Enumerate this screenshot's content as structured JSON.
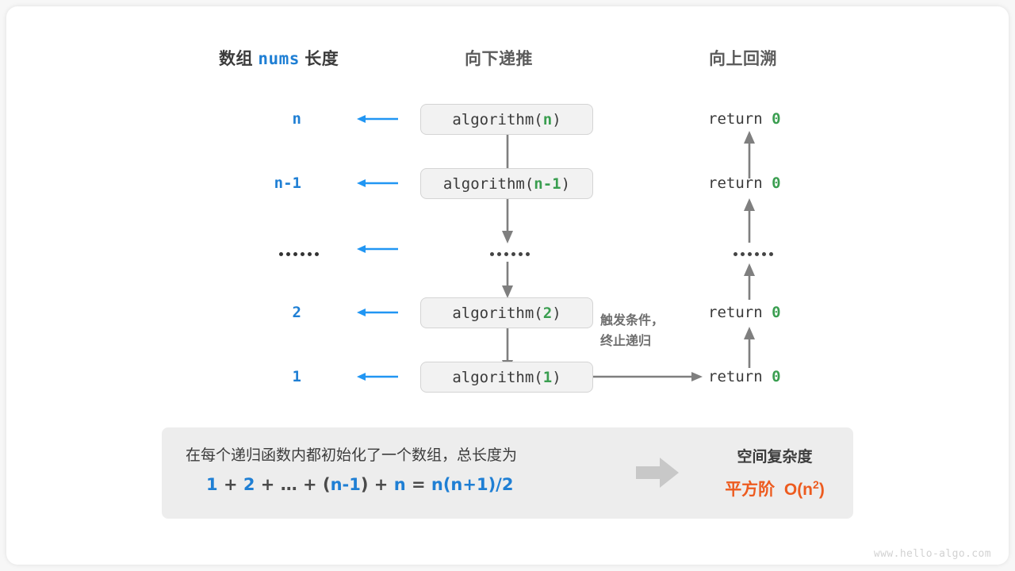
{
  "headers": {
    "left_prefix": "数组",
    "left_code": "nums",
    "left_suffix": "长度",
    "middle": "向下递推",
    "right": "向上回溯"
  },
  "rows": [
    {
      "length": "n",
      "call_prefix": "algorithm(",
      "call_arg": "n",
      "call_suffix": ")",
      "ret": "return",
      "ret_value": "0"
    },
    {
      "length": "n-1",
      "call_prefix": "algorithm(",
      "call_arg": "n-1",
      "call_suffix": ")",
      "ret": "return",
      "ret_value": "0"
    },
    {
      "length": "dots",
      "call_prefix": "dots",
      "call_arg": "",
      "call_suffix": "",
      "ret": "dots",
      "ret_value": ""
    },
    {
      "length": "2",
      "call_prefix": "algorithm(",
      "call_arg": "2",
      "call_suffix": ")",
      "ret": "return",
      "ret_value": "0"
    },
    {
      "length": "1",
      "call_prefix": "algorithm(",
      "call_arg": "1",
      "call_suffix": ")",
      "ret": "return",
      "ret_value": "0"
    }
  ],
  "note": {
    "line1": "触发条件，",
    "line2": "终止递归"
  },
  "summary": {
    "description": "在每个递归函数内都初始化了一个数组，总长度为",
    "formula": {
      "t1": "1",
      "op1": "+",
      "t2": "2",
      "op2": "+",
      "t3": "…",
      "op3": "+",
      "lparen": "(",
      "t4": "n-1",
      "rparen": ")",
      "op4": "+",
      "t5": "n",
      "eq": "=",
      "t6": "n(n+1)/2"
    },
    "right_title": "空间复杂度",
    "right_value_label": "平方阶",
    "right_value_notation": "O(n",
    "right_value_exp": "2",
    "right_value_close": ")"
  },
  "watermark": "www.hello-algo.com",
  "colors": {
    "blue": "#1F7FD4",
    "green": "#3A9E50",
    "orange": "#ED5B1F",
    "gray_arrow": "#7f7f7f",
    "box_bg": "#f2f2f2",
    "panel_bg": "#ededed"
  }
}
